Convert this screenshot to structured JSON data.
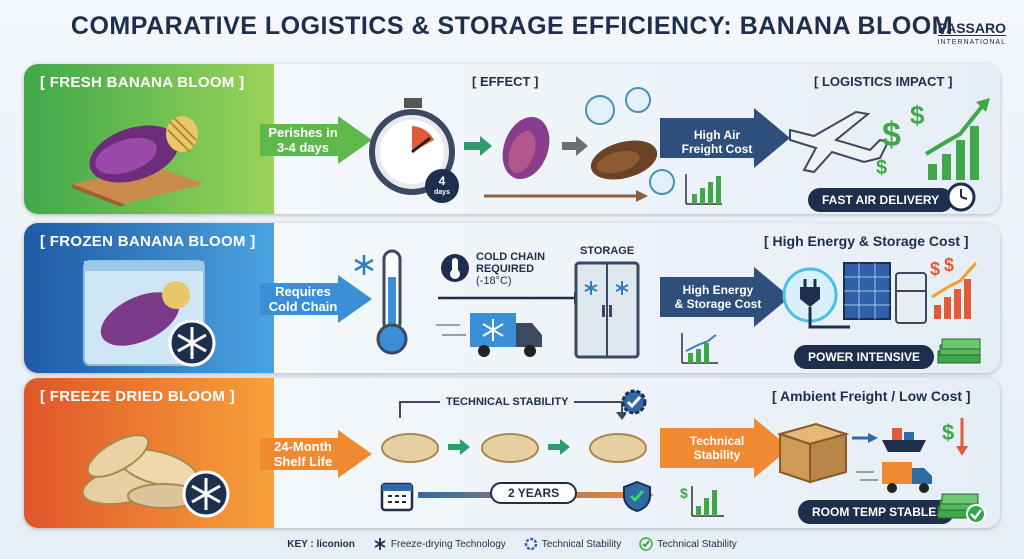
{
  "header": {
    "title": "COMPARATIVE LOGISTICS & STORAGE EFFICIENCY: BANANA BLOOM",
    "brand": "PASSARO",
    "brand_sub": "INTERNATIONAL"
  },
  "columns": {
    "effect": "[ EFFECT ]",
    "impact": "[ LOGISTICS IMPACT ]"
  },
  "rows": {
    "fresh": {
      "label": "[ FRESH BANANA BLOOM ]",
      "arrow_line1": "Perishes in",
      "arrow_line2": "3-4 days",
      "timer_num": "4",
      "timer_unit": "days",
      "cost_line1": "High Air",
      "cost_line2": "Freight Cost",
      "pill": "FAST AIR DELIVERY"
    },
    "frozen": {
      "label": "[ FROZEN BANANA BLOOM ]",
      "arrow_line1": "Requires",
      "arrow_line2": "Cold Chain",
      "cold_line1": "COLD CHAIN",
      "cold_line2": "REQUIRED",
      "cold_line3": "(-18°C)",
      "storage": "STORAGE",
      "cost_line1": "High Energy",
      "cost_line2": "& Storage Cost",
      "impact": "[ High Energy & Storage Cost ]",
      "pill": "POWER INTENSIVE"
    },
    "dried": {
      "label": "[ FREEZE DRIED BLOOM ]",
      "arrow_line1": "24-Month",
      "arrow_line2": "Shelf Life",
      "stability": "TECHNICAL STABILITY",
      "years": "2 YEARS",
      "cost_line1": "Technical",
      "cost_line2": "Stability",
      "impact": "[ Ambient Freight / Low Cost ]",
      "pill": "ROOM TEMP STABLE."
    }
  },
  "key": {
    "title": "KEY : liconion",
    "item1": "Freeze-drying Technology",
    "item2": "Technical Stability",
    "item3": "Technical Stability"
  },
  "colors": {
    "fresh": "#3fa84a",
    "frozen": "#1f5aa6",
    "dried": "#e0562a",
    "navy": "#1d2f4d"
  }
}
